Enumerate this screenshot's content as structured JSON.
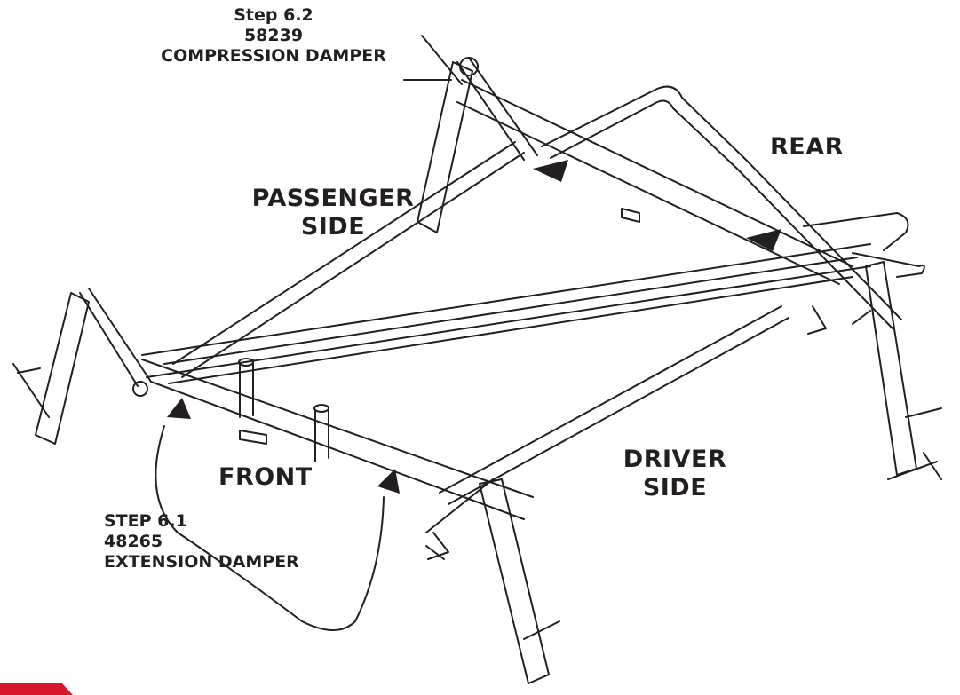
{
  "callouts": {
    "step_6_2": {
      "step": "Step 6.2",
      "part_number": "58239",
      "part_name": "COMPRESSION DAMPER"
    },
    "step_6_1": {
      "step": "STEP 6.1",
      "part_number": "48265",
      "part_name": "EXTENSION DAMPER"
    }
  },
  "orientation_labels": {
    "rear": "REAR",
    "front": "FRONT",
    "passenger_side_line1": "PASSENGER",
    "passenger_side_line2": "SIDE",
    "driver_side_line1": "DRIVER",
    "driver_side_line2": "SIDE"
  },
  "colors": {
    "ink": "#231f20",
    "corner_accent": "#d7182a"
  }
}
